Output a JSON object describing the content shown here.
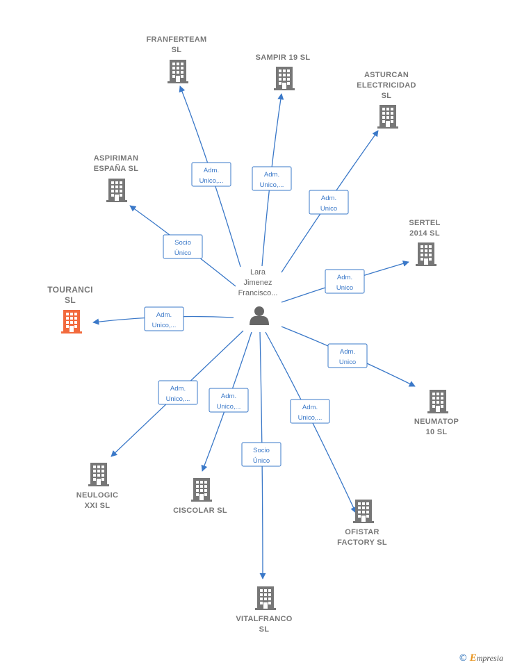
{
  "person": {
    "label_lines": [
      "Lara",
      "Jimenez",
      "Francisco..."
    ],
    "icon": "person-icon"
  },
  "companies": [
    {
      "id": "franferteam",
      "lines": [
        "FRANFERTEAM",
        "SL"
      ],
      "highlight": false
    },
    {
      "id": "sampir",
      "lines": [
        "SAMPIR 19  SL"
      ],
      "highlight": false
    },
    {
      "id": "asturcan",
      "lines": [
        "ASTURCAN",
        "ELECTRICIDAD",
        "SL"
      ],
      "highlight": false
    },
    {
      "id": "aspiriman",
      "lines": [
        "ASPIRIMAN",
        "ESPAÑA  SL"
      ],
      "highlight": false
    },
    {
      "id": "sertel",
      "lines": [
        "SERTEL",
        "2014  SL"
      ],
      "highlight": false
    },
    {
      "id": "touranci",
      "lines": [
        "TOURANCI",
        "SL"
      ],
      "highlight": true
    },
    {
      "id": "neumatop",
      "lines": [
        "NEUMATOP",
        "10  SL"
      ],
      "highlight": false
    },
    {
      "id": "neulogic",
      "lines": [
        "NEULOGIC",
        "XXI  SL"
      ],
      "highlight": false
    },
    {
      "id": "ciscolar",
      "lines": [
        "CISCOLAR  SL"
      ],
      "highlight": false
    },
    {
      "id": "ofistar",
      "lines": [
        "OFISTAR",
        "FACTORY  SL"
      ],
      "highlight": false
    },
    {
      "id": "vitalfranco",
      "lines": [
        "VITALFRANCO",
        "SL"
      ],
      "highlight": false
    }
  ],
  "relations": [
    {
      "target": "franferteam",
      "lines": [
        "Adm.",
        "Unico,..."
      ]
    },
    {
      "target": "sampir",
      "lines": [
        "Adm.",
        "Unico,..."
      ]
    },
    {
      "target": "asturcan",
      "lines": [
        "Adm.",
        "Unico"
      ]
    },
    {
      "target": "aspiriman",
      "lines": [
        "Socio",
        "Único"
      ]
    },
    {
      "target": "sertel",
      "lines": [
        "Adm.",
        "Unico"
      ]
    },
    {
      "target": "touranci",
      "lines": [
        "Adm.",
        "Unico,..."
      ]
    },
    {
      "target": "neumatop",
      "lines": [
        "Adm.",
        "Unico"
      ]
    },
    {
      "target": "neulogic",
      "lines": [
        "Adm.",
        "Unico,..."
      ]
    },
    {
      "target": "ciscolar",
      "lines": [
        "Adm.",
        "Unico,..."
      ]
    },
    {
      "target": "ofistar",
      "lines": [
        "Adm.",
        "Unico,..."
      ]
    },
    {
      "target": "vitalfranco",
      "lines": [
        "Socio",
        "Único"
      ]
    }
  ],
  "colors": {
    "edge": "#3a78c8",
    "building": "#777777",
    "building_highlight": "#f26a3d",
    "person": "#666666"
  },
  "footer": {
    "copyright": "©",
    "brand_initial": "E",
    "brand_rest": "mpresia"
  }
}
